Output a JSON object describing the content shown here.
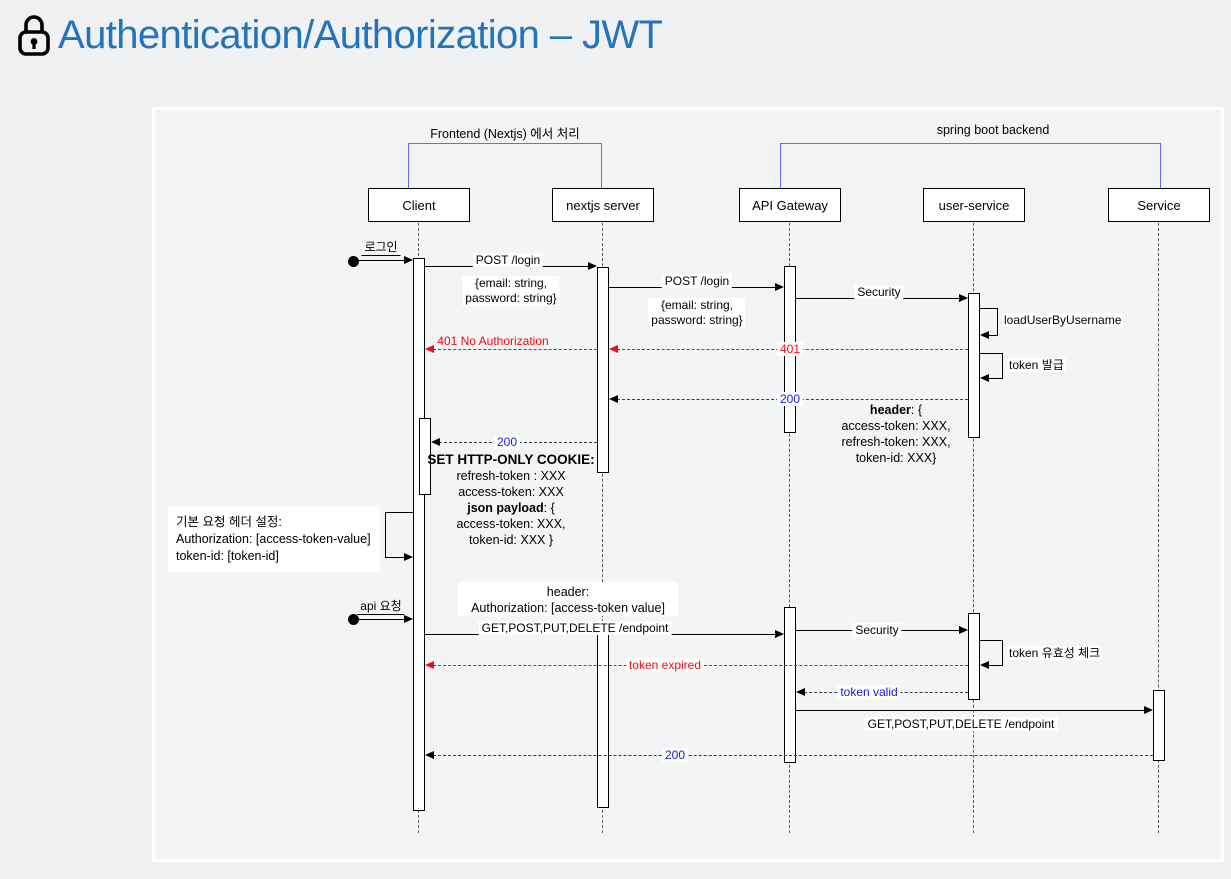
{
  "title": {
    "text": "Authentication/Authorization – JWT",
    "icon": "lock-icon"
  },
  "groups": {
    "frontend": "Frontend (Nextjs) 에서 처리",
    "backend": "spring boot backend"
  },
  "actors": {
    "client": "Client",
    "nextjs": "nextjs server",
    "gateway": "API Gateway",
    "user_service": "user-service",
    "service": "Service"
  },
  "messages": {
    "login_trigger": "로그인",
    "post_login": "POST /login",
    "login_body": "{email: string,\npassword: string}",
    "security": "Security",
    "load_user": "loadUserByUsername",
    "status_401": "401",
    "status_401_no_auth": "401 No Authorization",
    "token_issue": "token 발급",
    "status_200": "200",
    "api_trigger": "api 요청",
    "endpoint_call": "GET,POST,PUT,DELETE /endpoint",
    "token_check": "token 유효성 체크",
    "token_expired": "token expired",
    "token_valid": "token valid"
  },
  "blocks": {
    "header_block": {
      "bold": "header",
      "rest": ": {",
      "l2": "access-token: XXX,",
      "l3": "refresh-token: XXX,",
      "l4": "token-id: XXX}"
    },
    "cookie_block": {
      "l1": "SET HTTP-ONLY COOKIE:",
      "l2": "refresh-token : XXX",
      "l3": "access-token: XXX",
      "l4_bold": "json payload",
      "l4_rest": ": {",
      "l5": "access-token: XXX,",
      "l6": "token-id: XXX }"
    },
    "default_header_note": {
      "l1": "기본 요청 헤더 설정:",
      "l2": "Authorization: [access-token-value]",
      "l3": "token-id: [token-id]"
    },
    "request_header_note": {
      "l1": "header:",
      "l2": "Authorization: [access-token value]"
    }
  },
  "colors": {
    "title_blue": "#2374bd",
    "group_bracket_blue": "#6969fa",
    "error_red": "#f40b0b",
    "info_blue": "#1616f0"
  }
}
